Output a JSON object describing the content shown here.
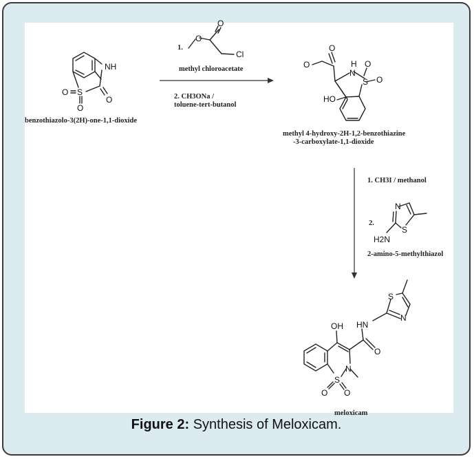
{
  "caption": {
    "label": "Figure 2:",
    "text": "Synthesis of Meloxicam."
  },
  "compounds": {
    "start": "benzothiazolo-3(2H)-one-1,1-dioxide",
    "intermediate_line1": "methyl 4-hydroxy-2H-1,2-benzothiazine",
    "intermediate_line2": "-3-carboxylate-1,1-dioxide",
    "reagent_b": "2-amino-5-methylthiazol",
    "product": "meloxicam"
  },
  "reagents": {
    "step1_num": "1.",
    "step1_name": "methyl chloroacetate",
    "step2": "2. CH3ONa /",
    "step2_cont": "toluene-tert-butanol",
    "step3": "1. CH3I / methanol",
    "step4_num": "2."
  },
  "atoms": {
    "nh": "NH",
    "o": "O",
    "s": "S",
    "cl": "Cl",
    "n": "N",
    "h": "H",
    "ho": "HO",
    "oh": "OH",
    "hn": "HN",
    "h2n": "H2N"
  }
}
